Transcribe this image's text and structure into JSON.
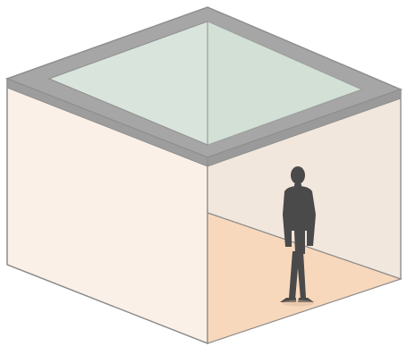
{
  "diagram": {
    "colors": {
      "background": "#ffffff",
      "roof_frame": "#a6a6a6",
      "roof_edge": "#8f8f8f",
      "skylight_glass": "#d9e5dc",
      "skylight_glass_shade": "#cfddd3",
      "left_wall": "#fbf0e7",
      "interior_back_wall": "#f2e7dc",
      "interior_floor": "#f8d8bc",
      "outline": "#8c8c8c",
      "silhouette": "#4a4a4a"
    },
    "elements": [
      "roof-frame",
      "skylight-glass",
      "left-wall",
      "interior-back-wall",
      "interior-floor",
      "person-silhouette"
    ]
  }
}
